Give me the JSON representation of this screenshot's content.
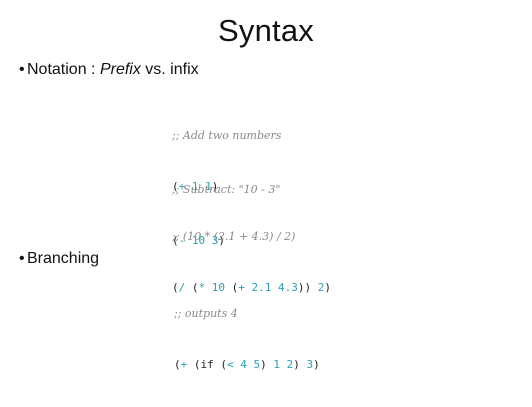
{
  "slide": {
    "title": "Syntax",
    "bullets": [
      {
        "bullet": "•",
        "text_before": "Notation : ",
        "text_emphasis": "Prefix",
        "text_after": " vs. infix"
      },
      {
        "bullet": "•",
        "text": "Branching"
      }
    ],
    "code_blocks": [
      {
        "comment": ";; Add two numbers",
        "tokens": [
          "(",
          "+",
          " ",
          "1",
          " ",
          "1",
          ")"
        ]
      },
      {
        "comment": ";; Subtract: \"10 - 3\"",
        "tokens": [
          "(",
          "-",
          " ",
          "10",
          " ",
          "3",
          ")"
        ]
      },
      {
        "comment": ";; (10 * (2.1 + 4.3) / 2)",
        "tokens": [
          "(",
          "/",
          " ",
          "(",
          "*",
          " ",
          "10",
          " ",
          "(",
          "+",
          " ",
          "2.1",
          " ",
          "4.3",
          "))",
          " ",
          "2",
          ")"
        ]
      },
      {
        "comment": ";; outputs 4",
        "tokens": [
          "(",
          "+",
          " ",
          "(if",
          " ",
          "(",
          "<",
          " ",
          "4",
          " ",
          "5",
          ")",
          " ",
          "1",
          " ",
          "2",
          ")",
          " ",
          "3",
          ")"
        ]
      }
    ],
    "colors": {
      "operator": "#2aa1b3",
      "number": "#2aa1b3",
      "comment": "#8a8a8a",
      "text": "#111111"
    }
  }
}
